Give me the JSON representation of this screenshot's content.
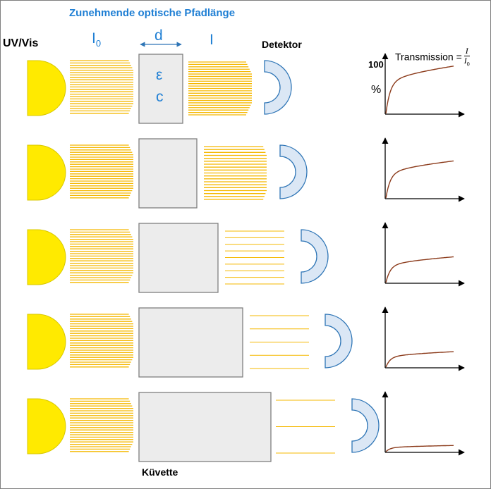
{
  "title": "Zunehmende optische Pfadlänge",
  "labels": {
    "source": "UV/Vis",
    "incident_intensity": "I",
    "incident_subscript": "0",
    "path_length": "d",
    "transmitted_intensity": "I",
    "detector": "Detektor",
    "epsilon": "ε",
    "concentration": "c",
    "cuvette": "Küvette"
  },
  "transmission": {
    "label": "Transmission =",
    "numerator": "I",
    "denominator": "I",
    "denominator_subscript": "0",
    "y_max_label": "100",
    "y_unit": "%"
  },
  "rows": [
    {
      "path_level": 1,
      "transmitted_line_count": 23,
      "transmission_plateau": 0.92
    },
    {
      "path_level": 2,
      "transmitted_line_count": 19,
      "transmission_plateau": 0.72
    },
    {
      "path_level": 3,
      "transmitted_line_count": 9,
      "transmission_plateau": 0.5
    },
    {
      "path_level": 4,
      "transmitted_line_count": 5,
      "transmission_plateau": 0.3
    },
    {
      "path_level": 5,
      "transmitted_line_count": 3,
      "transmission_plateau": 0.12
    }
  ],
  "colors": {
    "title": "#1f7fd4",
    "lamp": "#ffea00",
    "beam": "#f5b800",
    "cuvette_fill": "#ececec",
    "detector_fill": "#dbe7f5",
    "detector_stroke": "#2e75b6",
    "curve": "#8b3a1a"
  }
}
